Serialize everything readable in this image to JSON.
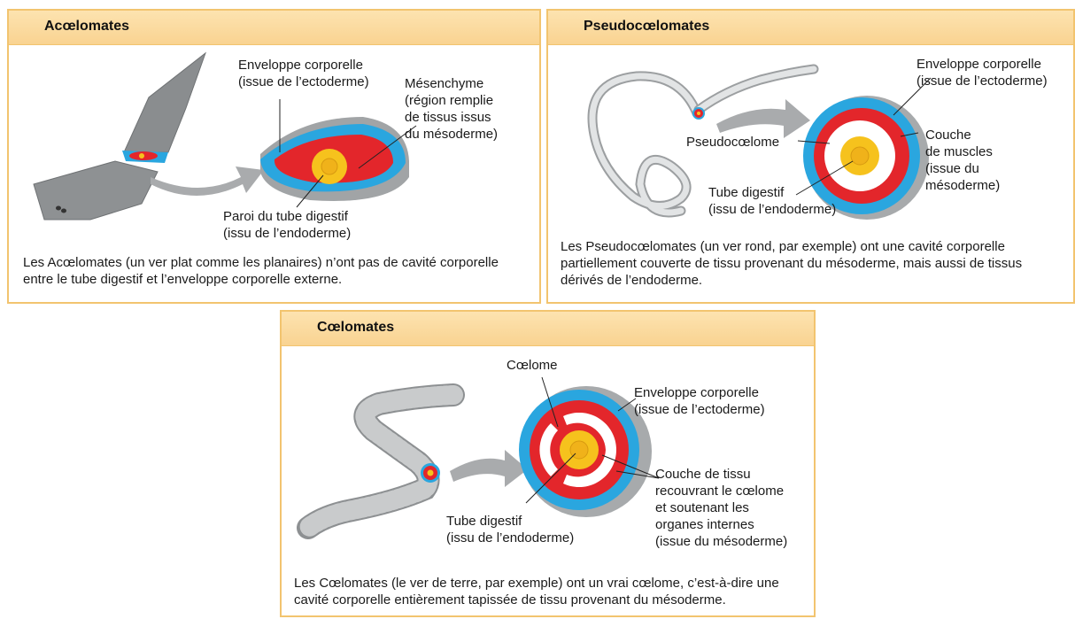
{
  "panels": {
    "acoelomates": {
      "title": "Acœlomates",
      "labels": {
        "enveloppe": "Enveloppe corporelle\n(issue de l’ectoderme)",
        "mesenchyme": "Mésenchyme\n(région remplie\nde tissus issus\ndu mésoderme)",
        "paroi": "Paroi du tube digestif\n(issu de l’endoderme)"
      },
      "caption": "Les Acœlomates (un ver plat comme les planaires) n’ont pas de cavité corporelle entre le tube digestif et l’enveloppe corporelle externe."
    },
    "pseudocoelomates": {
      "title": "Pseudocœlomates",
      "labels": {
        "enveloppe": "Enveloppe corporelle\n(issue de l’ectoderme)",
        "pseudocoelome": "Pseudocœlome",
        "couche": "Couche\nde muscles\n(issue du\nmésoderme)",
        "tube": "Tube digestif\n(issu de l’endoderme)"
      },
      "caption": "Les Pseudocœlomates (un ver rond, par exemple) ont une cavité corporelle partiellement couverte de tissu provenant du mésoderme, mais aussi de tissus dérivés de l’endoderme."
    },
    "coelomates": {
      "title": "Cœlomates",
      "labels": {
        "coelome": "Cœlome",
        "enveloppe": "Enveloppe corporelle\n(issue de l’ectoderme)",
        "couche": "Couche de tissu\nrecouvrant le cœlome\net soutenant les\norganes internes\n(issue du mésoderme)",
        "tube": "Tube digestif\n(issu de l’endoderme)"
      },
      "caption": "Les Cœlomates (le ver de terre, par exemple) ont un vrai cœlome, c’est-à-dire une cavité corporelle entièrement tapissée de tissu provenant du mésoderme."
    }
  },
  "colors": {
    "ectoderm": "#2aa6df",
    "mesoderm": "#e3262b",
    "endoderm": "#f6c21d",
    "header_fill": "#fbd9a0",
    "panel_border": "#f2c46f",
    "worm_gray": "#b9bcbe"
  }
}
